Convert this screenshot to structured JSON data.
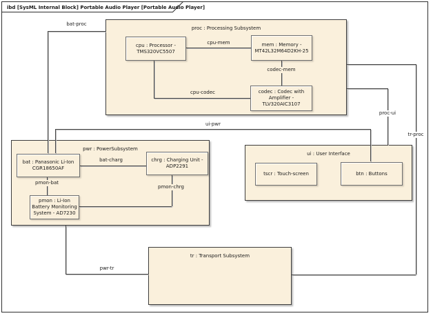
{
  "frame": {
    "title": "ibd [SysML Internal Block] Portable Audio Player [Portable Audio Player]"
  },
  "colors": {
    "block_fill": "#FAF0DC",
    "subsystem_border": "#3C3C3C",
    "part_border": "#6E6E6E",
    "connector_line": "#454545",
    "background": "#FFFFFF"
  },
  "subsystems": {
    "proc": {
      "label": "proc : Processing Subsystem",
      "parts": {
        "cpu": "cpu : Processor - TMS320VC5507",
        "mem": "mem : Memory - MT42L32M64D2KH-25",
        "codec": "codec : Codec with Amplifier - TLV320AIC3107"
      },
      "connectors": {
        "cpu_mem": "cpu-mem",
        "codec_mem": "codec-mem",
        "cpu_codec": "cpu-codec"
      }
    },
    "pwr": {
      "label": "pwr : PowerSubsystem",
      "parts": {
        "bat": "bat : Panasonic Li-Ion CGR18650AF",
        "chrg": "chrg : Charging Unit - ADP2291",
        "pmon": "pmon : Li-Ion Battery Monitoring System - AD7230"
      },
      "connectors": {
        "bat_charg": "bat-charg",
        "pmon_bat": "pmon-bat",
        "pmon_chrg": "pmon-chrg"
      }
    },
    "ui": {
      "label": "ui : User Interface",
      "parts": {
        "tscr": "tscr : Touch-screen",
        "btn": "btn : Buttons"
      }
    },
    "tr": {
      "label": "tr : Transport Subsystem"
    }
  },
  "connectors": {
    "bat_proc": "bat-proc",
    "ui_pwr": "ui-pwr",
    "proc_ui": "proc-ui",
    "tr_proc": "tr-proc",
    "pwr_tr": "pwr-tr"
  }
}
